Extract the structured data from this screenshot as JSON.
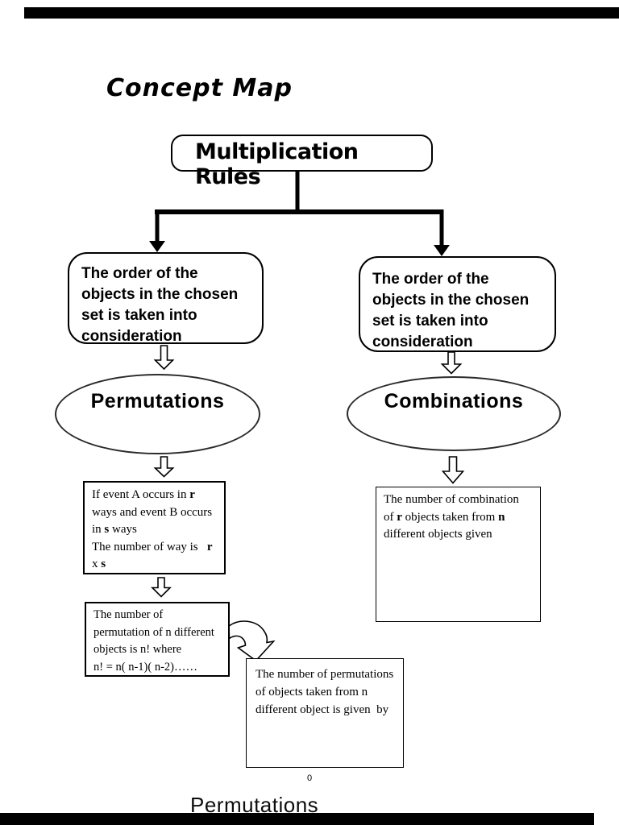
{
  "colors": {
    "ink": "#000000",
    "paper": "#ffffff"
  },
  "title": "Concept Map",
  "root": {
    "label": "Multiplication Rules"
  },
  "left_branch": {
    "condition_lines": [
      "The order of the",
      "objects in the chosen",
      "set is taken into",
      "consideration"
    ],
    "node_label": "Permutations",
    "rule_lines": [
      [
        {
          "t": "If event A occurs in "
        },
        {
          "t": "r",
          "b": true
        }
      ],
      [
        {
          "t": "ways and event B occurs"
        }
      ],
      [
        {
          "t": "in "
        },
        {
          "t": "s",
          "b": true
        },
        {
          "t": " ways"
        }
      ],
      [
        {
          "t": "The number of way is   "
        },
        {
          "t": "r",
          "b": true
        }
      ],
      [
        {
          "t": "x "
        },
        {
          "t": "s",
          "b": true
        }
      ]
    ],
    "fact_lines": [
      "The number of",
      "permutation of n different",
      "objects is n! where",
      "n! = n( n-1)( n-2)……"
    ]
  },
  "right_branch": {
    "condition_lines": [
      "The order of the",
      "objects in the chosen",
      "set is taken into",
      "consideration"
    ],
    "node_label": "Combinations",
    "rule_lines": [
      [
        {
          "t": "The number of combination"
        }
      ],
      [
        {
          "t": "of "
        },
        {
          "t": "r",
          "b": true
        },
        {
          "t": " objects taken from "
        },
        {
          "t": "n",
          "b": true
        }
      ],
      [
        {
          "t": "different objects given"
        }
      ]
    ]
  },
  "result_lines": [
    "The number of permutations",
    "of objects taken from n",
    "different object is given  by"
  ],
  "page_number": "0",
  "footer": "Permutations"
}
